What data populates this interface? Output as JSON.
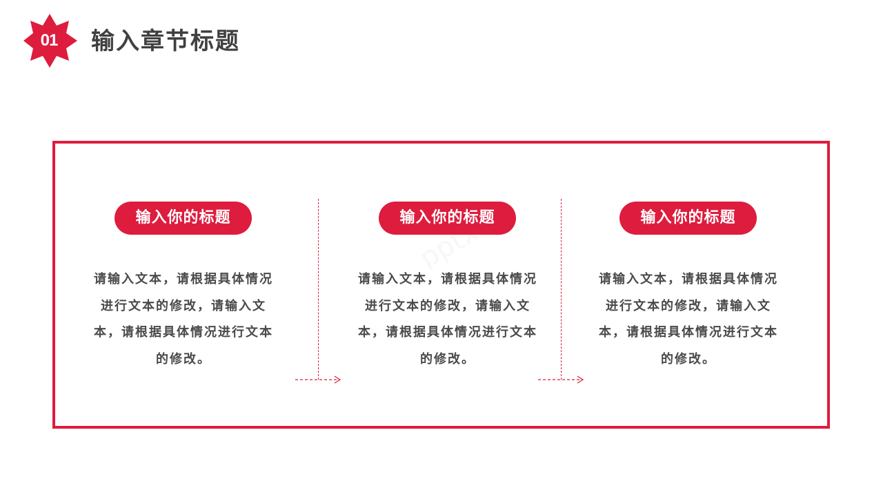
{
  "header": {
    "section_number": "01",
    "section_title": "输入章节标题"
  },
  "colors": {
    "accent": "#de1c3e",
    "title_text": "#404040",
    "body_text": "#4a4a4a",
    "background": "#ffffff"
  },
  "columns": [
    {
      "title": "输入你的标题",
      "text": "请输入文本，请根据具体情况进行文本的修改，请输入文本，请根据具体情况进行文本的修改。"
    },
    {
      "title": "输入你的标题",
      "text": "请输入文本，请根据具体情况进行文本的修改，请输入文本，请根据具体情况进行文本的修改。"
    },
    {
      "title": "输入你的标题",
      "text": "请输入文本，请根据具体情况进行文本的修改，请输入文本，请根据具体情况进行文本的修改。"
    }
  ]
}
